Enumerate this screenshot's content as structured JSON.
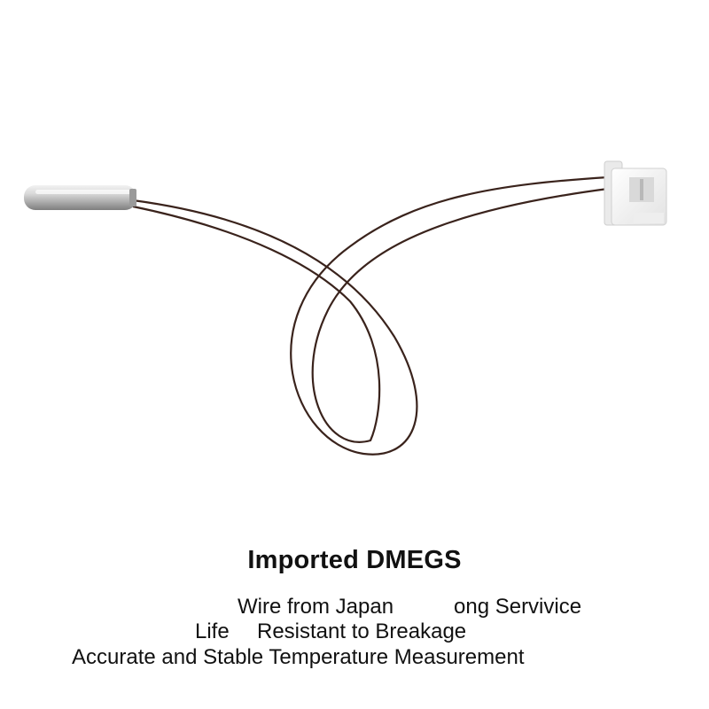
{
  "caption": {
    "title": "Imported DMEGS",
    "line1_part1": "Wire from Japan",
    "line1_part2": "ong Servivice",
    "line2_part1": "Life",
    "line2_part2": "Resistant to Breakage",
    "line3": "Accurate and Stable Temperature Measurement"
  },
  "colors": {
    "background": "#ffffff",
    "wire": "#3a231c",
    "probe_metal": "#c9c9c9",
    "connector": "#f4f4f4",
    "text": "#111111"
  }
}
